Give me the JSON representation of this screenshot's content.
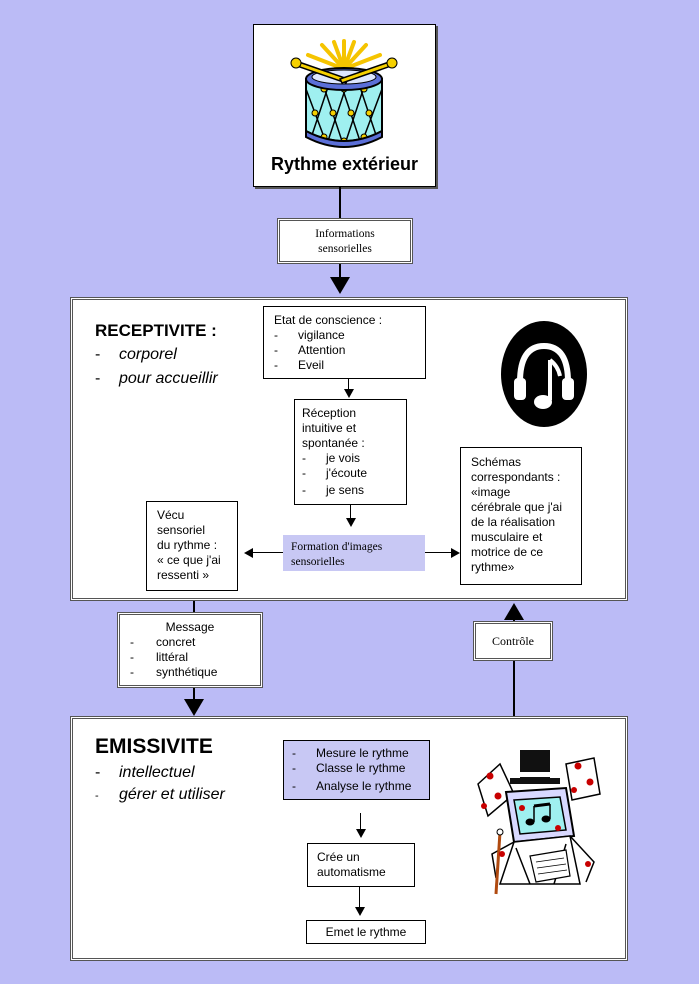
{
  "top": {
    "title": "Rythme extérieur",
    "info_label_line1": "Informations",
    "info_label_line2": "sensorielles"
  },
  "receptivite": {
    "title": "RECEPTIVITE :",
    "items": [
      "corporel",
      "pour accueillir"
    ],
    "etat": {
      "title": "Etat de conscience :",
      "items": [
        "vigilance",
        "Attention",
        "Eveil"
      ]
    },
    "reception": {
      "title_lines": [
        "Réception",
        "intuitive et",
        "spontanée :"
      ],
      "items": [
        "je vois",
        "j'écoute",
        "je sens"
      ]
    },
    "schemas": {
      "lines": [
        "Schémas",
        "correspondants :",
        "«image",
        "cérébrale que j'ai",
        "de la réalisation",
        "musculaire et",
        "motrice de ce",
        "rythme»"
      ]
    },
    "vecu": {
      "lines": [
        "Vécu",
        "sensoriel",
        "du rythme :",
        "« ce que j'ai",
        "ressenti »"
      ]
    },
    "formation": {
      "line1": "Formation d'images",
      "line2": "sensorielles"
    }
  },
  "message": {
    "title": "Message",
    "items": [
      "concret",
      "littéral",
      "synthétique"
    ]
  },
  "controle": {
    "label": "Contrôle"
  },
  "emissivite": {
    "title": "EMISSIVITE",
    "items": [
      "intellectuel",
      "gérer et utiliser"
    ],
    "mesure": {
      "items": [
        "Mesure le rythme",
        "Classe le rythme",
        "Analyse le rythme"
      ]
    },
    "cree": {
      "line1": "Crée un",
      "line2": "automatisme"
    },
    "emet": {
      "label": "Emet le rythme"
    }
  },
  "colors": {
    "background": "#bbbbf6",
    "formation_fill": "#c8c8f4",
    "mesure_fill": "#c8c8f4",
    "drum_body": "#9ff0f0"
  },
  "icons": [
    "drum-icon",
    "music-note-headphones-icon",
    "musician-computer-icon"
  ]
}
